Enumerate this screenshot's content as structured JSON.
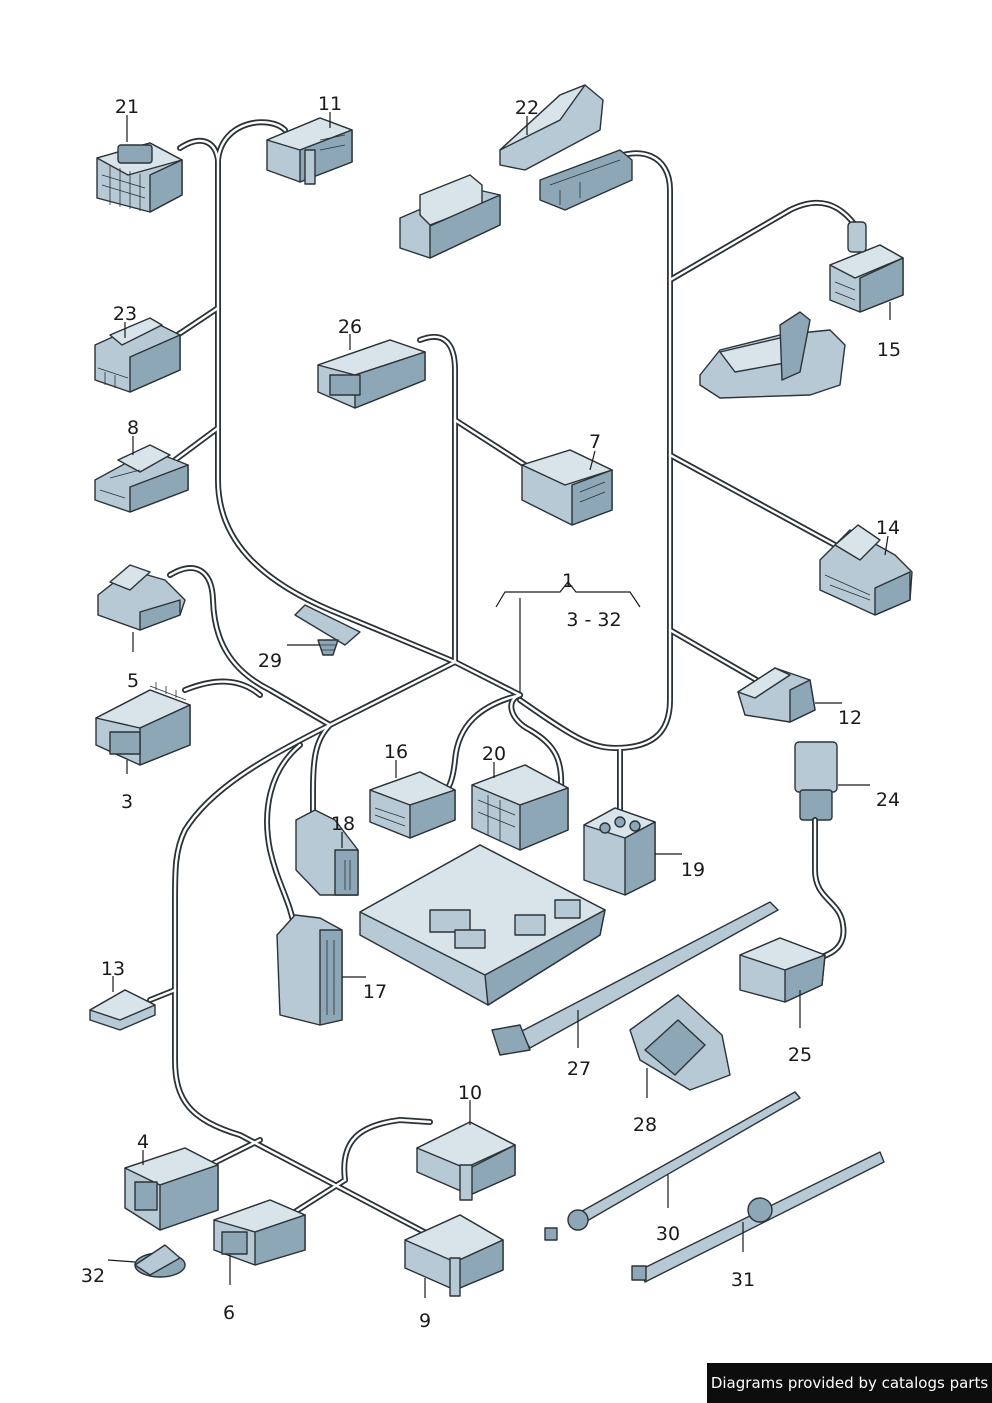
{
  "labels": {
    "p1": "1",
    "p3_32": "3 - 32",
    "p3": "3",
    "p4": "4",
    "p5": "5",
    "p6": "6",
    "p7": "7",
    "p8": "8",
    "p9": "9",
    "p10": "10",
    "p11": "11",
    "p12": "12",
    "p13": "13",
    "p14": "14",
    "p15": "15",
    "p16": "16",
    "p17": "17",
    "p18": "18",
    "p19": "19",
    "p20": "20",
    "p21": "21",
    "p22": "22",
    "p23": "23",
    "p24": "24",
    "p25": "25",
    "p26": "26",
    "p27": "27",
    "p28": "28",
    "p29": "29",
    "p30": "30",
    "p31": "31",
    "p32": "32"
  },
  "credit": "Diagrams provided by catalogs parts",
  "colors": {
    "part_fill": "#b7c9d4",
    "part_dark": "#8ea7b6",
    "outline": "#2a3338",
    "credit_bg": "#0d0d0d"
  }
}
